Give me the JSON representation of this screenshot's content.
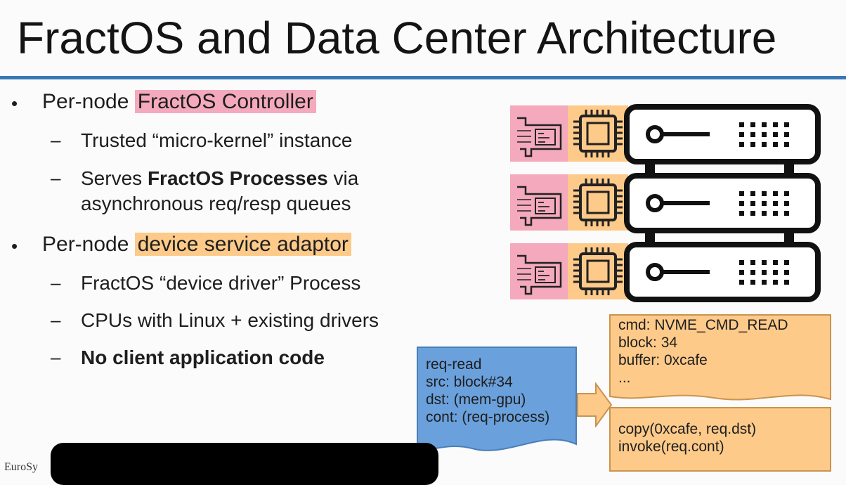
{
  "slide": {
    "title": "FractOS and Data Center Architecture",
    "bullet1": {
      "bullet": "•",
      "prefix": "Per-node ",
      "highlight": "FractOS Controller"
    },
    "sub1": {
      "dash": "–",
      "text": "Trusted “micro-kernel” instance"
    },
    "sub2": {
      "dash": "–",
      "pre": "Serves ",
      "bold": "FractOS Processes",
      "post": " via",
      "line2": "asynchronous req/resp queues"
    },
    "bullet2": {
      "bullet": "•",
      "prefix": "Per-node ",
      "highlight": "device service adaptor"
    },
    "sub3": {
      "dash": "–",
      "text": "FractOS “device driver” Process"
    },
    "sub4": {
      "dash": "–",
      "text": "CPUs with Linux + existing drivers"
    },
    "sub5": {
      "dash": "–",
      "bold": "No client application code"
    },
    "footer": "EuroSy"
  },
  "request_box": {
    "lines": [
      "req-read",
      "src: block#34",
      "dst: (mem-gpu)",
      "cont: (req-process)"
    ]
  },
  "command_box": {
    "lines": [
      "cmd: NVME_CMD_READ",
      "block: 34",
      "buffer: 0xcafe",
      "..."
    ]
  },
  "continuation_box": {
    "lines": [
      "copy(0xcafe, req.dst)",
      "invoke(req.cont)"
    ]
  },
  "colors": {
    "rule": "#3a78b4",
    "pink": "#f4a9bd",
    "orange": "#fdca8a",
    "blue": "#6aa0dc",
    "server": "#111111"
  },
  "icons": [
    "network-card-icon",
    "cpu-chip-icon",
    "server-rack-icon",
    "arrow-right-icon"
  ]
}
